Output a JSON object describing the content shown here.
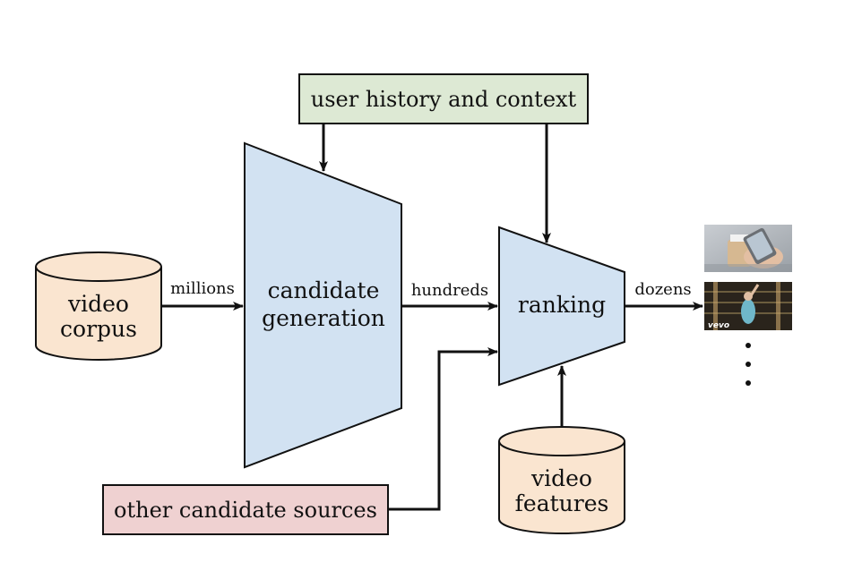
{
  "colors": {
    "green_box": "#dde9d4",
    "pink_box": "#efd1d1",
    "blue_shape": "#d2e2f2",
    "orange_cyl": "#fae5d0",
    "stroke": "#111111"
  },
  "boxes": {
    "user_history": "user history and context",
    "other_sources": "other candidate sources"
  },
  "shapes": {
    "candidate_gen_line1": "candidate",
    "candidate_gen_line2": "generation",
    "ranking": "ranking"
  },
  "cylinders": {
    "video_corpus_line1": "video",
    "video_corpus_line2": "corpus",
    "video_features_line1": "video",
    "video_features_line2": "features"
  },
  "edges": {
    "millions": "millions",
    "hundreds": "hundreds",
    "dozens": "dozens"
  },
  "thumbnails": {
    "vevo_watermark": "vevo"
  }
}
